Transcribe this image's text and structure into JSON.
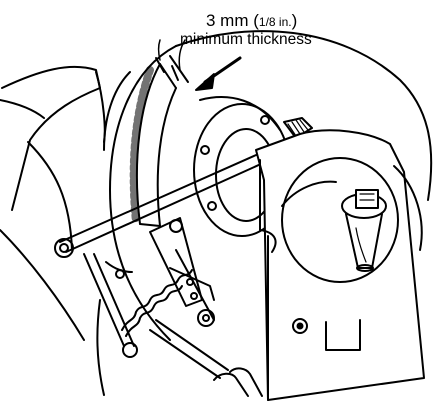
{
  "callout": {
    "value_main": "3 mm ",
    "paren_open": "(",
    "value_alt": "1/8 in.",
    "paren_close": ")",
    "label": "minimum thickness"
  },
  "colors": {
    "ink": "#000000",
    "paper": "#ffffff"
  }
}
